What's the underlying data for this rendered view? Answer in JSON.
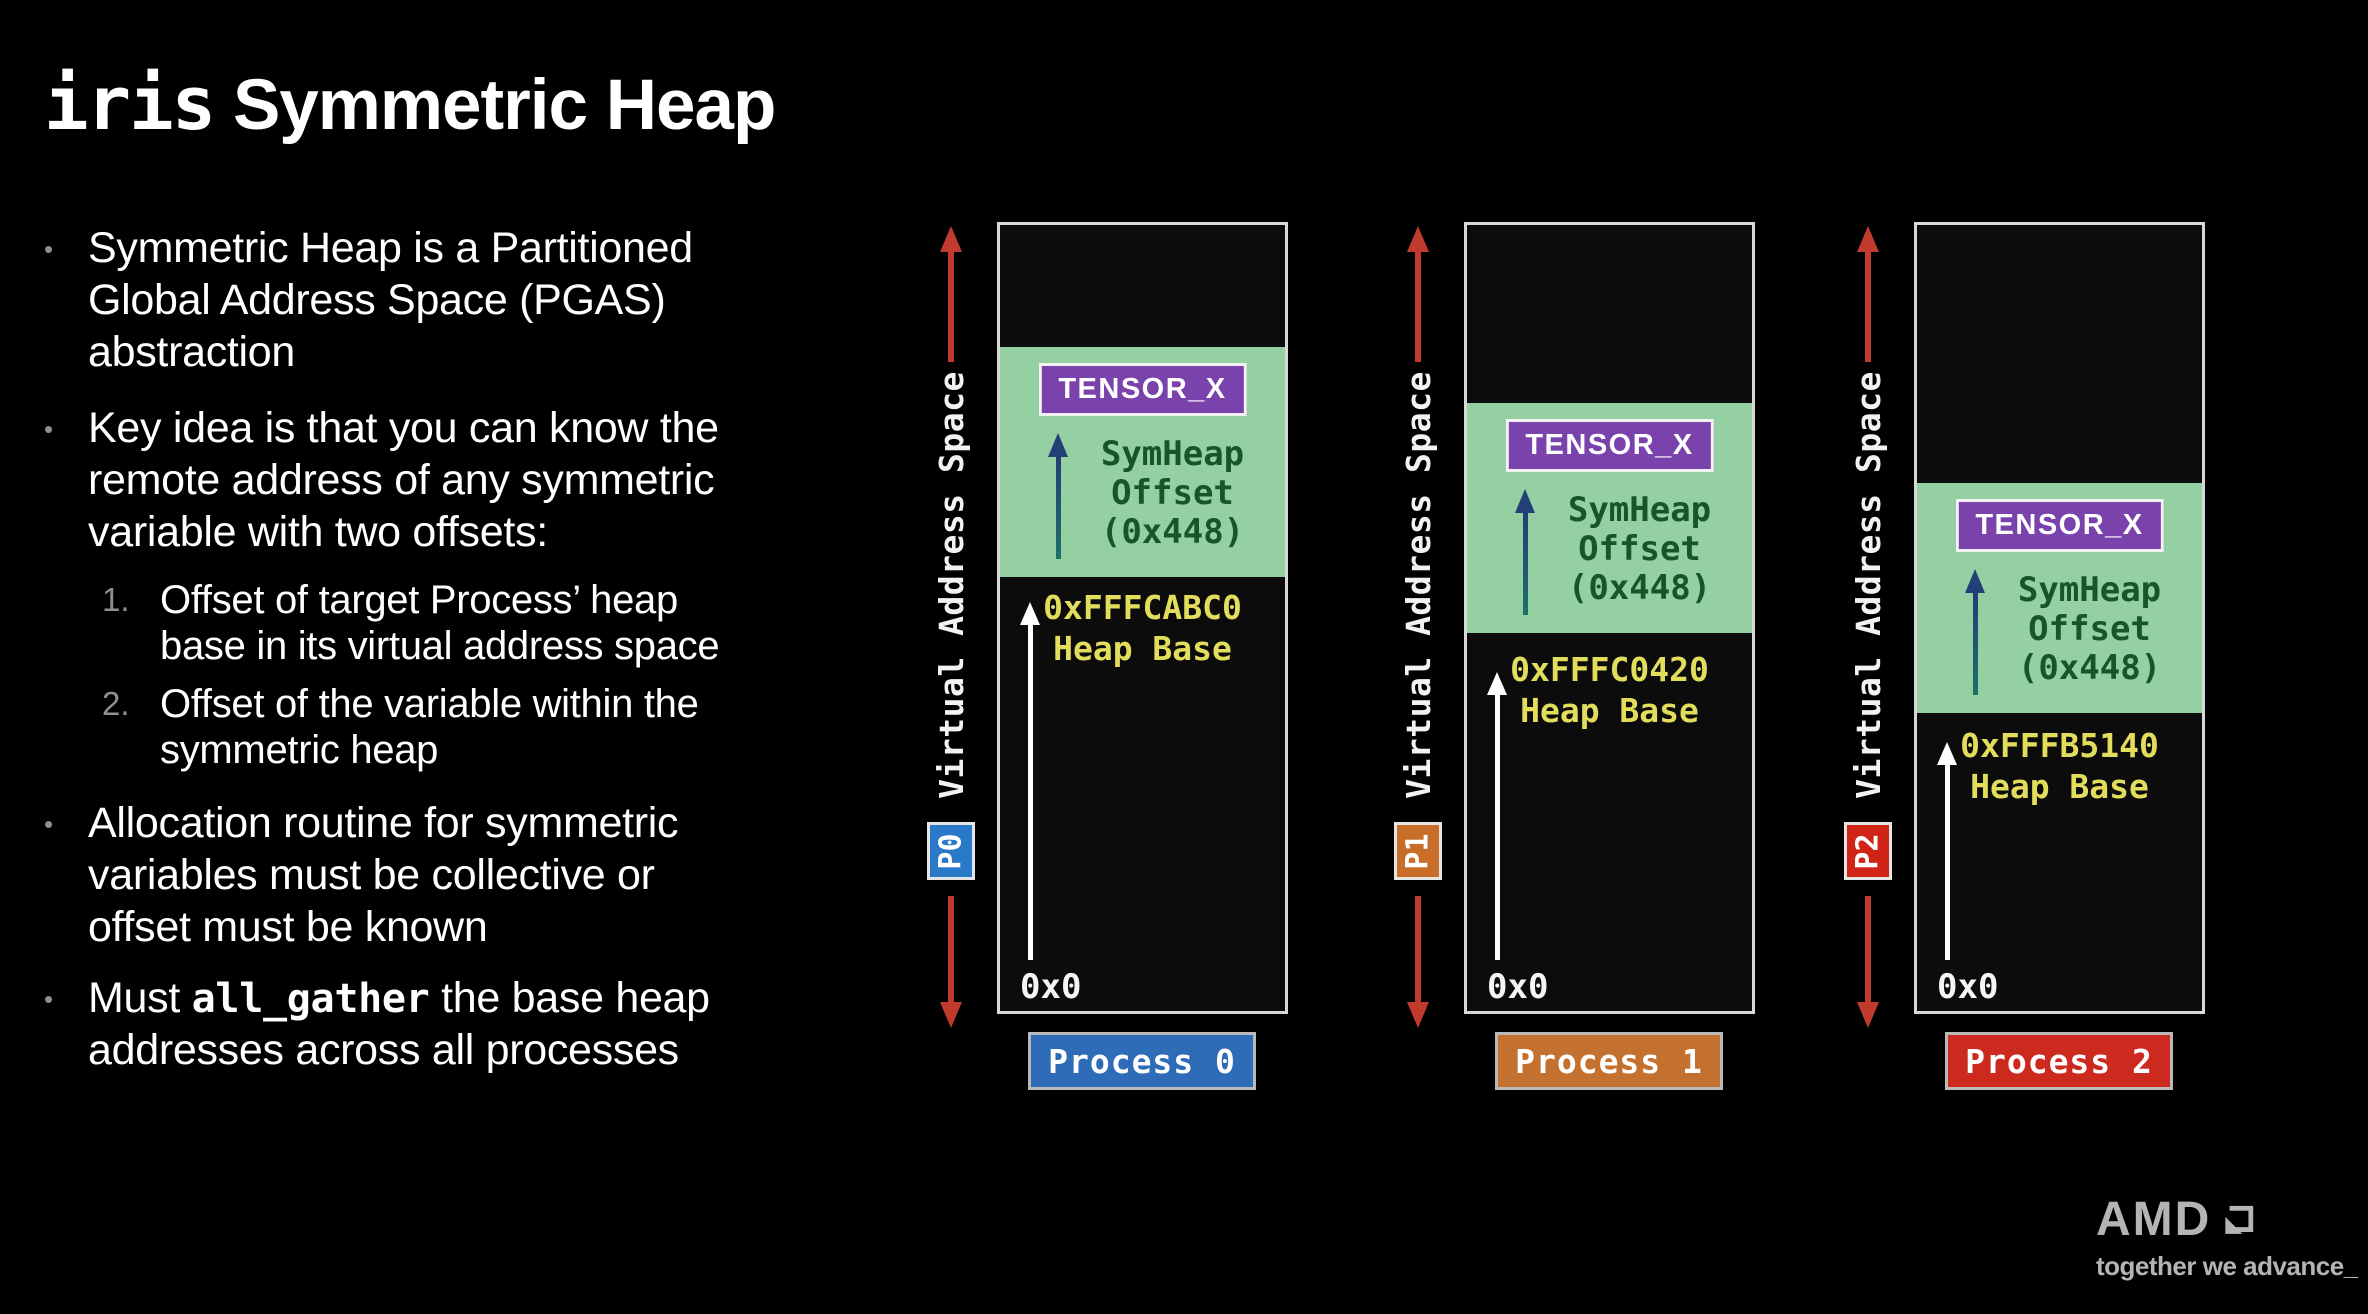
{
  "title": {
    "mono": "iris",
    "rest": " Symmetric Heap"
  },
  "bullets": [
    {
      "marker": "•",
      "text": "Symmetric Heap is a Partitioned\nGlobal Address Space (PGAS)\nabstraction"
    },
    {
      "marker": "•",
      "text": "Key idea is that you can know the\nremote address of any symmetric\nvariable with two offsets:"
    },
    {
      "marker": "1.",
      "text": "Offset of target Process’ heap\nbase in its virtual address space"
    },
    {
      "marker": "2.",
      "text": "Offset of the variable within the\nsymmetric heap"
    },
    {
      "marker": "•",
      "text": "Allocation routine for symmetric\nvariables must be collective or\noffset must be known"
    },
    {
      "marker": "•",
      "pre": "Must ",
      "mono": "all_gather",
      "post": " the base heap\naddresses across all processes"
    }
  ],
  "processes": [
    {
      "badge": "P0",
      "axis_label": "Virtual Address Space",
      "tensor": "TENSOR_X",
      "offset_label": "SymHeap\nOffset\n(0x448)",
      "heap_base": "0xFFFCABC0\nHeap Base",
      "origin": "0x0",
      "button": "Process 0",
      "accent": "#2e6cb8",
      "badge_color": "#2a78c8"
    },
    {
      "badge": "P1",
      "axis_label": "Virtual Address Space",
      "tensor": "TENSOR_X",
      "offset_label": "SymHeap\nOffset\n(0x448)",
      "heap_base": "0xFFFC0420\nHeap Base",
      "origin": "0x0",
      "button": "Process 1",
      "accent": "#c4702e",
      "badge_color": "#c96e28"
    },
    {
      "badge": "P2",
      "axis_label": "Virtual Address Space",
      "tensor": "TENSOR_X",
      "offset_label": "SymHeap\nOffset\n(0x448)",
      "heap_base": "0xFFFB5140\nHeap Base",
      "origin": "0x0",
      "button": "Process 2",
      "accent": "#cc2a1e",
      "badge_color": "#d02417"
    }
  ],
  "footer": {
    "brand": "AMD",
    "tagline": "together we advance_"
  },
  "colors": {
    "background": "#000000",
    "box_fill": "#0c0c0c",
    "box_border": "#d8d8d8",
    "green": "#94d0a2",
    "purple": "#7a42ab",
    "yellow": "#e3dd5c",
    "offset_text": "#15562b",
    "red_arrow": "#c03a2e",
    "navy": "#223f77",
    "teal": "#1f6f6a",
    "muted": "#8f8f8f",
    "amd_gray": "#b4b4b4"
  }
}
